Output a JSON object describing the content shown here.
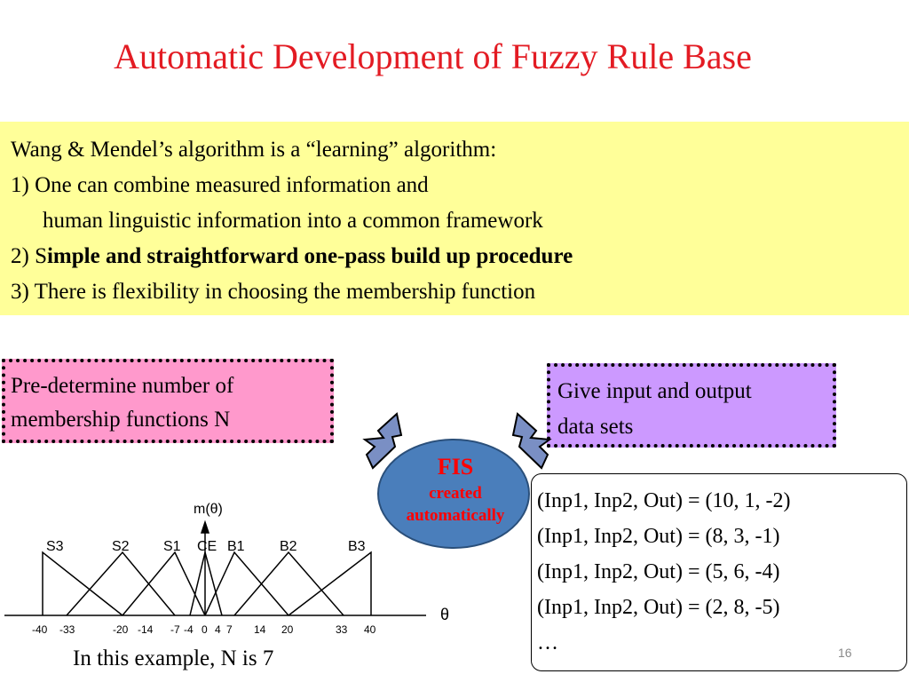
{
  "slide": {
    "title": "Automatic Development of Fuzzy Rule Base",
    "page_number": "16"
  },
  "yellow_box": {
    "line1": "Wang & Mendel’s algorithm is a “learning” algorithm:",
    "line2": "1) One can combine measured information and",
    "line3": "human linguistic information into a common framework",
    "line4_prefix": "2) S",
    "line4_bold": "imple and straightforward one-pass build up procedure",
    "line5": "3) There is flexibility in choosing the membership function"
  },
  "pink_box": {
    "text1": "Pre-determine number of",
    "text2": "membership functions N"
  },
  "purple_box": {
    "text1": "Give input and output",
    "text2": "data sets"
  },
  "fis": {
    "label": "FIS",
    "line1": "created",
    "line2": "automatically"
  },
  "data_sets": {
    "rows": [
      "(Inp1, Inp2, Out) = (10, 1, -2)",
      "(Inp1, Inp2, Out) = (8, 3, -1)",
      "(Inp1, Inp2, Out) = (5, 6, -4)",
      "(Inp1, Inp2, Out) = (2, 8, -5)",
      "…"
    ]
  },
  "membership_plot": {
    "y_label": "m(θ)",
    "x_label": "θ",
    "set_labels": [
      "S3",
      "S2",
      "S1",
      "CE",
      "B1",
      "B2",
      "B3"
    ],
    "tick_labels": [
      "-40",
      "-33",
      "-20",
      "-14",
      "-7",
      "-4",
      "0",
      "4",
      "7",
      "14",
      "20",
      "33",
      "40"
    ],
    "caption": "In this example, N is 7"
  },
  "colors": {
    "title": "#e31b23",
    "yellow_box": "#ffff99",
    "pink_box": "#ff99cc",
    "purple_box": "#cc99ff",
    "fis_ellipse": "#4a7ebb",
    "fis_text": "#ff0000"
  }
}
